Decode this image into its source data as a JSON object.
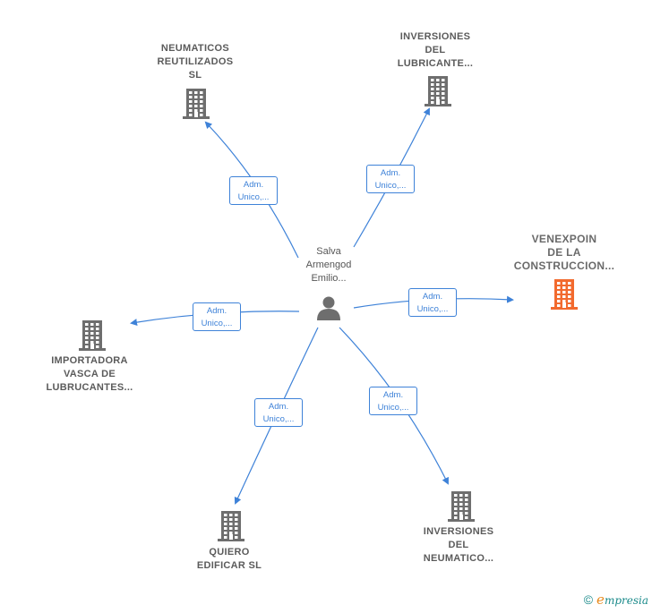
{
  "center": {
    "lines": [
      "Salva",
      "Armengod",
      "Emilio..."
    ],
    "icon": "person-icon"
  },
  "companies": [
    {
      "id": "neumaticos-reutilizados",
      "lines": [
        "NEUMATICOS",
        "REUTILIZADOS",
        "SL"
      ],
      "icon": "building-icon",
      "color": "#6e6e6e"
    },
    {
      "id": "inversiones-lubricante",
      "lines": [
        "INVERSIONES",
        "DEL",
        "LUBRICANTE..."
      ],
      "icon": "building-icon",
      "color": "#6e6e6e"
    },
    {
      "id": "venexpoin",
      "lines": [
        "VENEXPOIN",
        "DE LA",
        "CONSTRUCCION..."
      ],
      "icon": "building-icon",
      "color": "#f26a2e"
    },
    {
      "id": "importadora-vasca",
      "lines": [
        "IMPORTADORA",
        "VASCA DE",
        "LUBRUCANTES..."
      ],
      "icon": "building-icon",
      "color": "#6e6e6e"
    },
    {
      "id": "quiero-edificar",
      "lines": [
        "QUIERO",
        "EDIFICAR  SL"
      ],
      "icon": "building-icon",
      "color": "#6e6e6e"
    },
    {
      "id": "inversiones-neumatico",
      "lines": [
        "INVERSIONES",
        "DEL",
        "NEUMATICO..."
      ],
      "icon": "building-icon",
      "color": "#6e6e6e"
    }
  ],
  "relations": [
    {
      "lines": [
        "Adm.",
        "Unico,..."
      ]
    },
    {
      "lines": [
        "Adm.",
        "Unico,..."
      ]
    },
    {
      "lines": [
        "Adm.",
        "Unico,..."
      ]
    },
    {
      "lines": [
        "Adm.",
        "Unico,..."
      ]
    },
    {
      "lines": [
        "Adm.",
        "Unico,..."
      ]
    },
    {
      "lines": [
        "Adm.",
        "Unico,..."
      ]
    }
  ],
  "footer": {
    "copyright": "©",
    "brand_initial": "e",
    "brand_rest": "mpresia"
  },
  "colors": {
    "edge": "#3e82d8",
    "icon_gray": "#6e6e6e",
    "highlight": "#f26a2e"
  }
}
